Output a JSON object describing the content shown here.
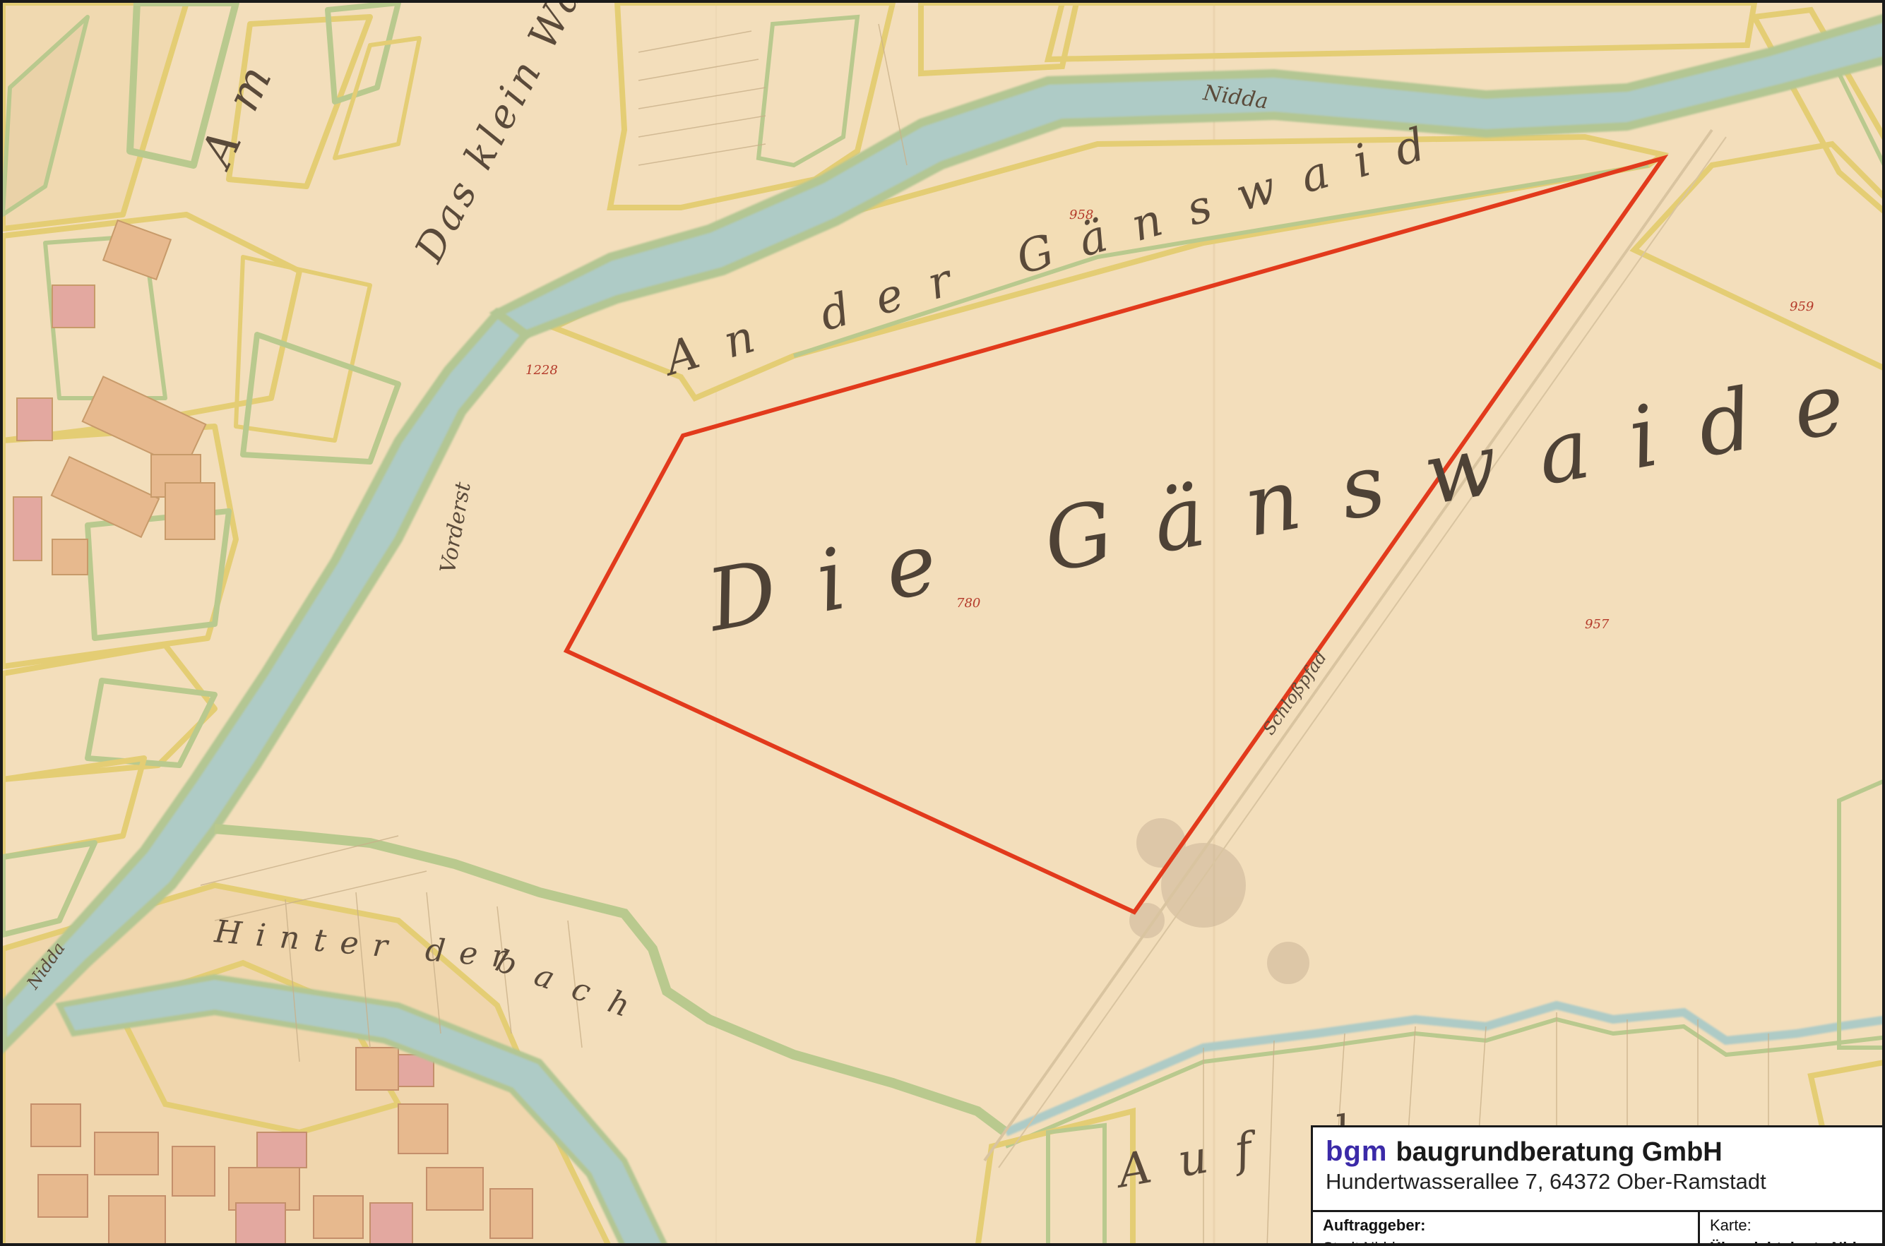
{
  "map": {
    "labels": {
      "die_gaenswaide": "Die Gänswaide",
      "an_der_gaenswaid": "An der Gänswaid",
      "nidda_top": "Nidda",
      "nidda_left": "Nidda",
      "das_klein_waidchen": "Das klein Waid",
      "am": "Am",
      "auf_d": "Auf d",
      "hinter_der": "Hinter der",
      "bach": "bach",
      "vorderst": "Vorderst",
      "schlosspfad": "Schloßpfad",
      "parcel_780": "780",
      "parcel_957": "957",
      "parcel_958": "958",
      "parcel_959": "959",
      "parcel_1228": "1228"
    },
    "colors": {
      "paper": "#f2dcb8",
      "river_fill": "#aecbc6",
      "river_edge": "#b7c998",
      "parcel_yellow": "#e8d278",
      "parcel_green": "#b9c98e",
      "building": "#e7b98e",
      "building_pink": "#e3a8a0",
      "outline_red": "#e23a1c"
    }
  },
  "titleblock": {
    "logo": "bgm",
    "company": "baugrundberatung GmbH",
    "address": "Hundertwasserallee 7, 64372 Ober-Ramstadt",
    "client_label": "Auftraggeber:",
    "client_value": "Stadt Nidda",
    "map_label": "Karte:",
    "map_value": "Übersichtskarte Nid"
  }
}
